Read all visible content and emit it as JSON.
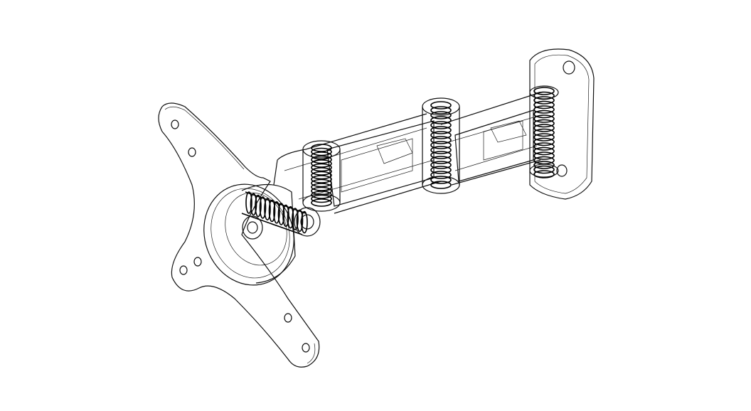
{
  "drawing": {
    "line_color": "#111111",
    "background": "#ffffff",
    "spring_coils": [
      14,
      16,
      18
    ]
  }
}
